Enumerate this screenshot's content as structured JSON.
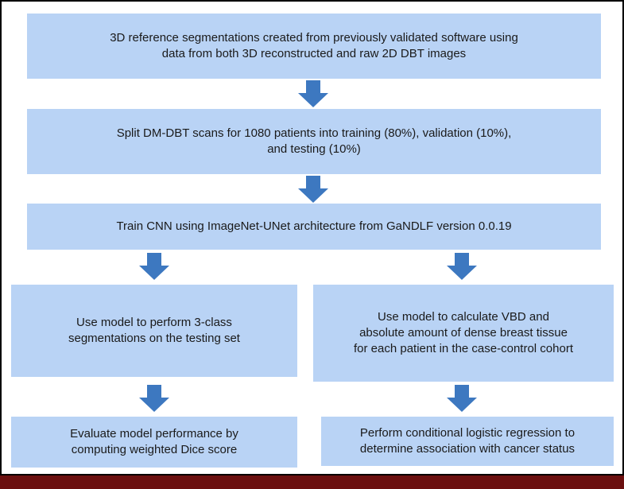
{
  "boxes": {
    "step1": "3D reference segmentations created from previously validated software using\ndata from both 3D reconstructed and raw 2D DBT images",
    "step2": "Split DM-DBT scans for 1080 patients into training (80%), validation (10%),\nand testing (10%)",
    "step3": "Train CNN using ImageNet-UNet architecture from GaNDLF version 0.0.19",
    "left_step4": "Use model to perform 3-class\nsegmentations on the testing set",
    "right_step4": "Use model to calculate VBD and\nabsolute amount of dense breast tissue\nfor each patient in the case-control cohort",
    "left_step5": "Evaluate model performance by\ncomputing weighted Dice score",
    "right_step5": "Perform conditional logistic regression to\ndetermine association with cancer status"
  },
  "colors": {
    "box_fill": "#b9d3f5",
    "arrow_fill": "#3d78c0",
    "background_band": "#6b0f0f"
  }
}
